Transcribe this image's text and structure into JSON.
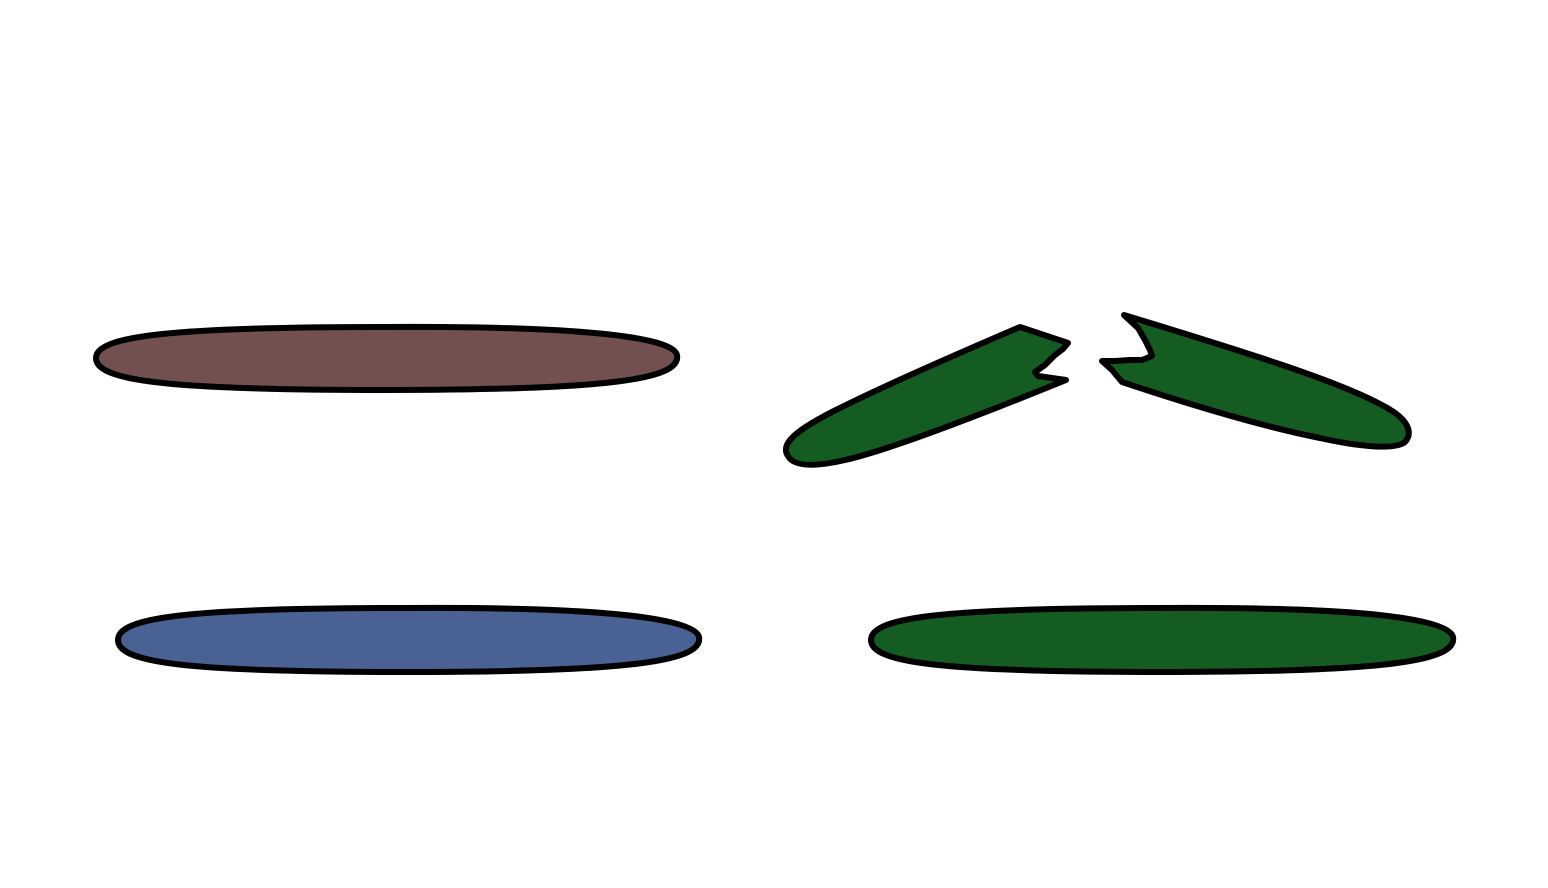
{
  "colors": {
    "background": "#ffffff",
    "outline": "#000000",
    "brown": "#725050",
    "blue": "#4a6194",
    "green": "#145c22"
  },
  "shapes": [
    {
      "name": "brown-rounded-bar",
      "color": "brown",
      "kind": "bar"
    },
    {
      "name": "green-broken-bar-left",
      "color": "green",
      "kind": "fragment"
    },
    {
      "name": "green-broken-bar-right",
      "color": "green",
      "kind": "fragment"
    },
    {
      "name": "blue-rounded-bar",
      "color": "blue",
      "kind": "bar"
    },
    {
      "name": "green-rounded-bar",
      "color": "green",
      "kind": "bar"
    }
  ]
}
